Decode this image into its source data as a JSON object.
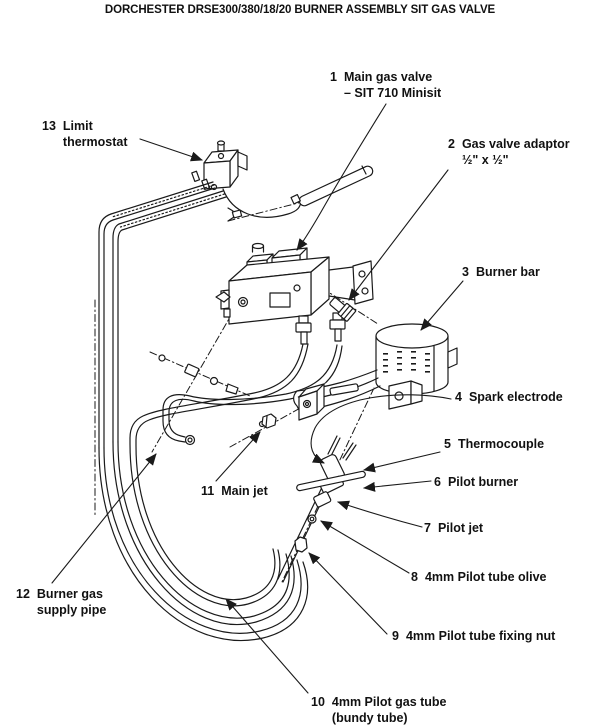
{
  "title": "DORCHESTER DRSE300/380/18/20 BURNER ASSEMBLY SIT GAS VALVE",
  "diagram": {
    "colors": {
      "line": "#1a1a1a",
      "background": "#ffffff"
    },
    "parts": {
      "p1": {
        "num": "1",
        "line1": "Main gas valve",
        "line2": "– SIT 710 Minisit"
      },
      "p2": {
        "num": "2",
        "line1": "Gas valve adaptor",
        "line2": "½\" x ½\""
      },
      "p3": {
        "num": "3",
        "line1": "Burner bar"
      },
      "p4": {
        "num": "4",
        "line1": "Spark electrode"
      },
      "p5": {
        "num": "5",
        "line1": "Thermocouple"
      },
      "p6": {
        "num": "6",
        "line1": "Pilot burner"
      },
      "p7": {
        "num": "7",
        "line1": "Pilot jet"
      },
      "p8": {
        "num": "8",
        "line1": "4mm Pilot tube olive"
      },
      "p9": {
        "num": "9",
        "line1": "4mm Pilot tube fixing nut"
      },
      "p10": {
        "num": "10",
        "line1": "4mm Pilot gas tube",
        "line2": "(bundy tube)"
      },
      "p11": {
        "num": "11",
        "line1": "Main jet"
      },
      "p12": {
        "num": "12",
        "line1": "Burner gas",
        "line2": "supply pipe"
      },
      "p13": {
        "num": "13",
        "line1": "Limit",
        "line2": "thermostat"
      }
    }
  }
}
